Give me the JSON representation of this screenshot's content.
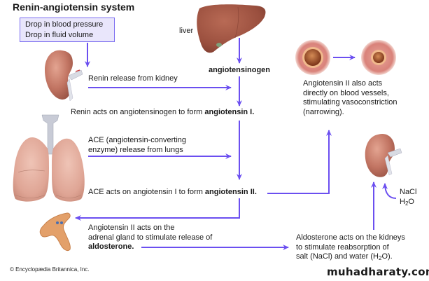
{
  "title": "Renin-angiotensin system",
  "trigger_box": {
    "line1": "Drop in blood pressure",
    "line2": "Drop in fluid volume"
  },
  "organs": {
    "liver_label": "liver"
  },
  "steps": {
    "angiotensinogen": "angiotensinogen",
    "renin_release": "Renin release from kidney",
    "renin_acts_prefix": "Renin acts on angiotensinogen to form ",
    "renin_acts_bold": "angiotensin I.",
    "ace_release_line1": "ACE (angiotensin-converting",
    "ace_release_line2": "enzyme) release from lungs",
    "ace_acts_prefix": "ACE acts on angiotensin I to form ",
    "ace_acts_bold": "angiotensin II.",
    "adrenal_line1": "Angiotensin II acts on the",
    "adrenal_line2": "adrenal gland to stimulate release of",
    "adrenal_line3_bold": "aldosterone.",
    "vessel_line1": "Angiotensin II also acts",
    "vessel_line2": "directly on blood vessels,",
    "vessel_line3": "stimulating vasoconstriction",
    "vessel_line4": "(narrowing).",
    "aldo_line1": "Aldosterone acts on the kidneys",
    "aldo_line2": "to stimulate reabsorption of",
    "aldo_line3_prefix": "salt (NaCl) and water (H",
    "aldo_line3_sub": "2",
    "aldo_line3_suffix": "O).",
    "nacl": "NaCl",
    "h2o_h": "H",
    "h2o_sub": "2",
    "h2o_o": "O"
  },
  "footer": {
    "copyright": "© Encyclopædia Britannica, Inc.",
    "watermark": "muhadharaty.com"
  },
  "colors": {
    "arrow": "#6b4ff0",
    "box_fill": "#e9e6fb",
    "organ": "#c97a68"
  }
}
